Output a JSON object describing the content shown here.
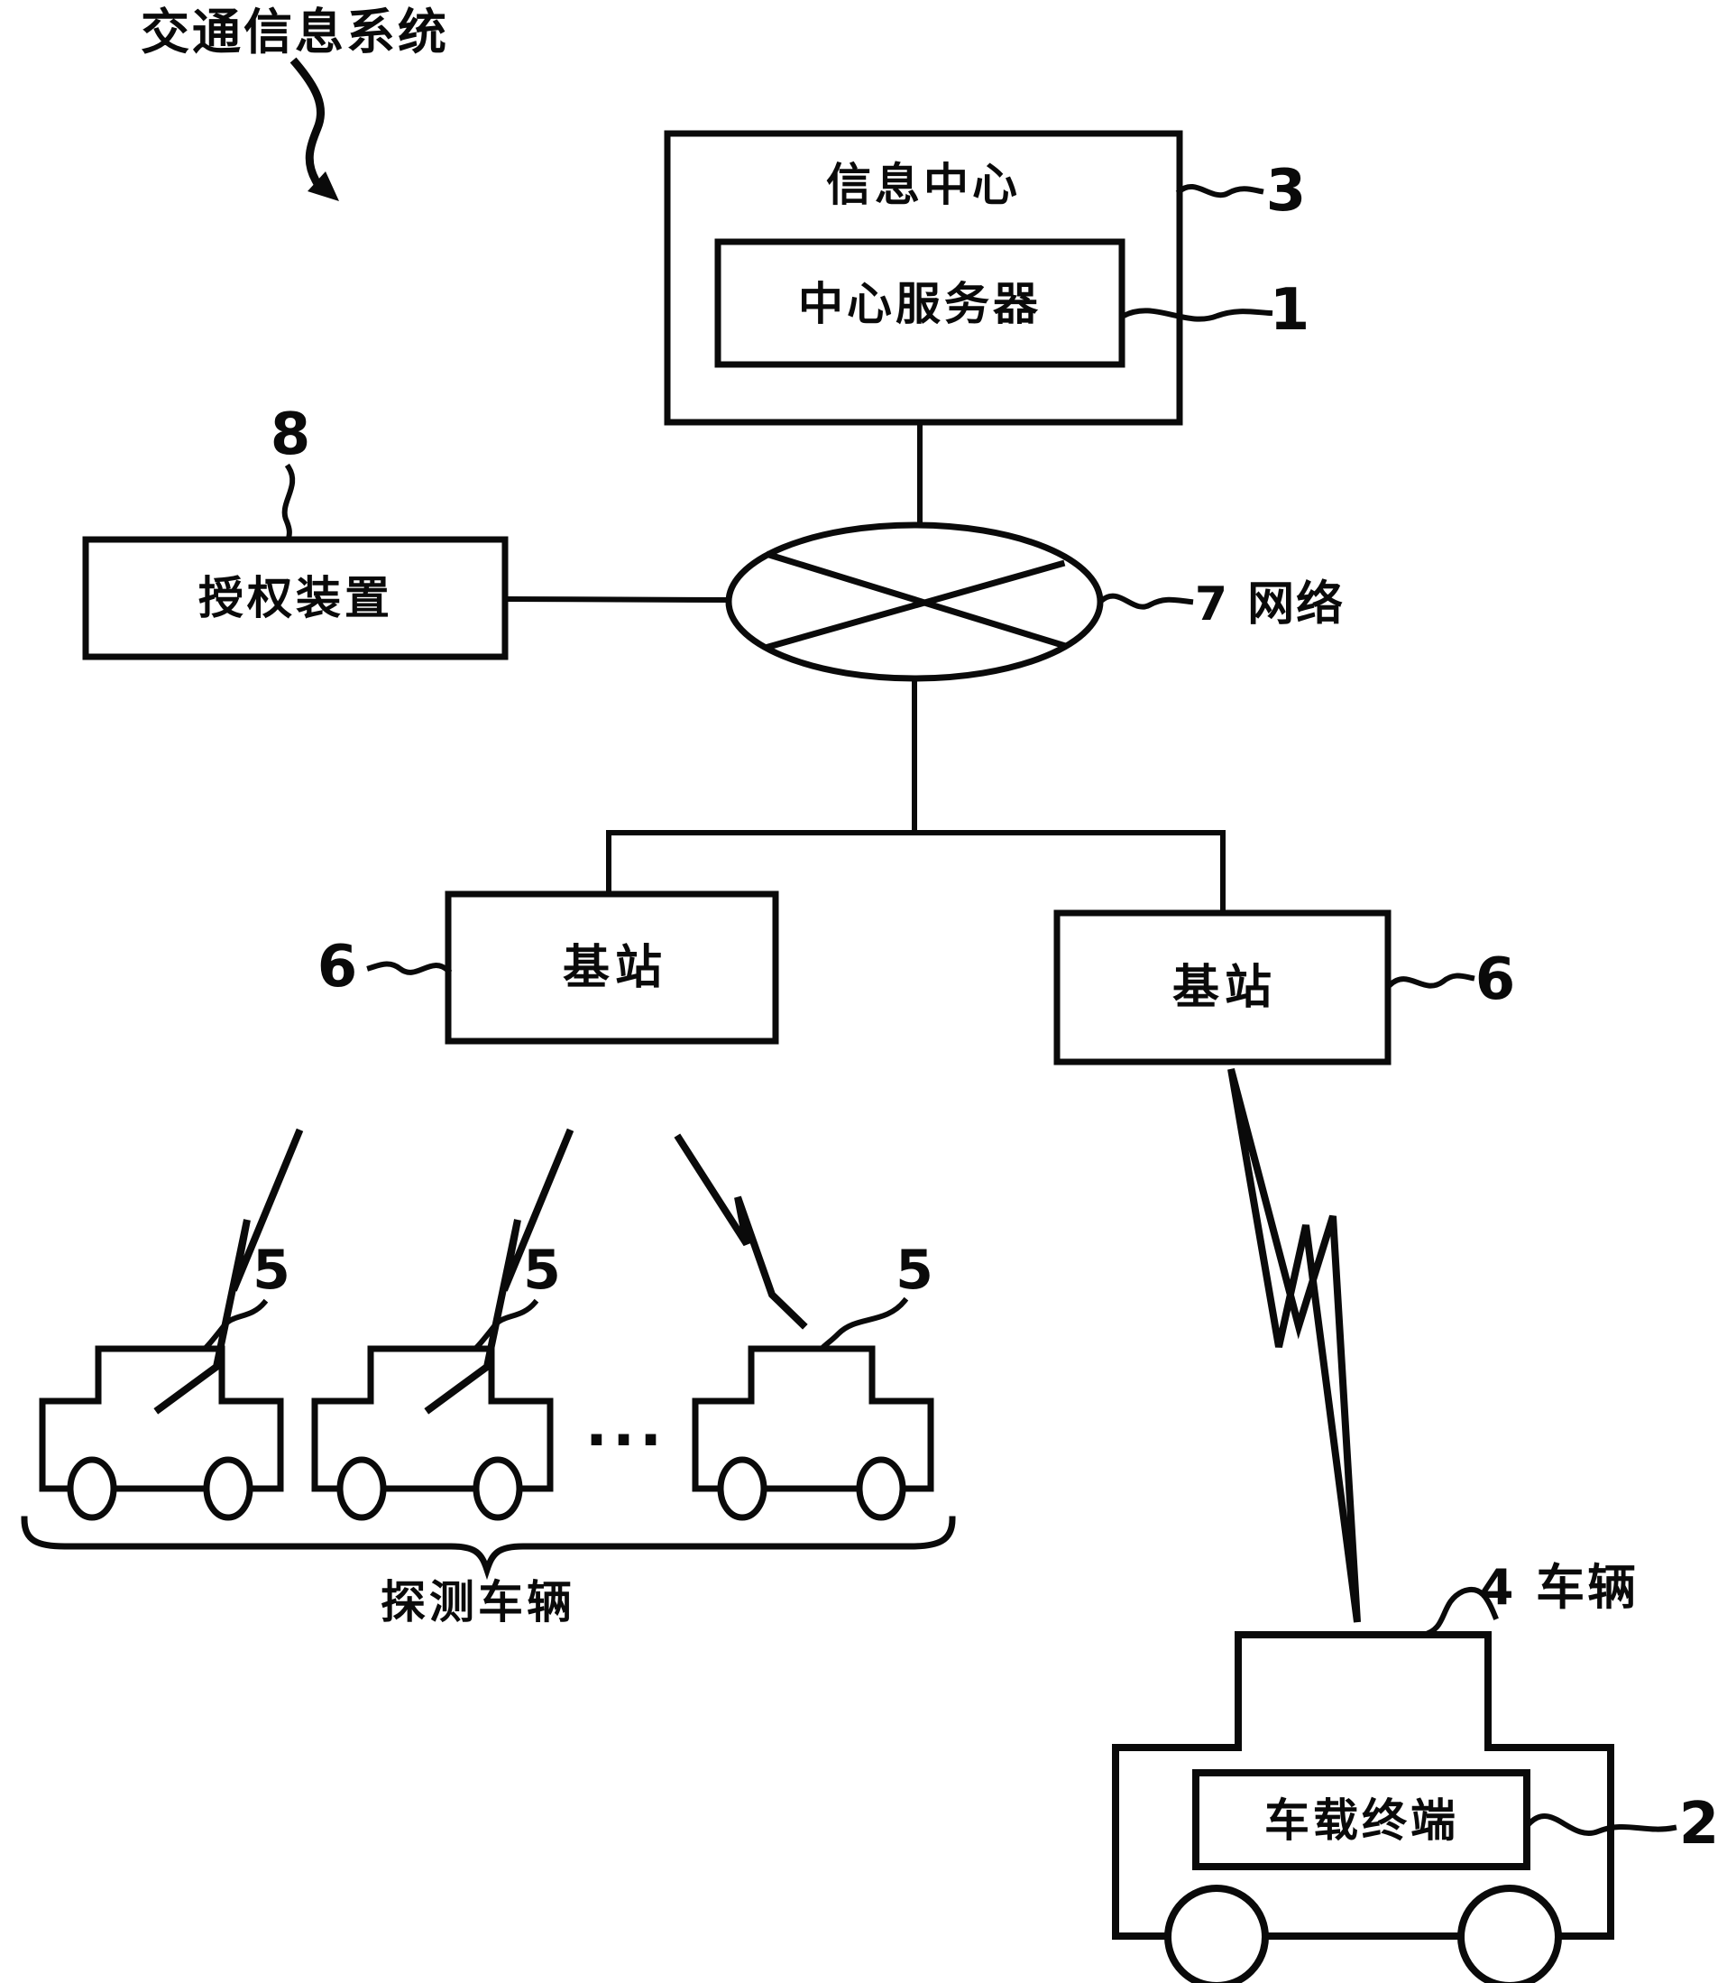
{
  "figure": {
    "title": "交通信息系统"
  },
  "info_center": {
    "label": "信息中心",
    "ref": "3"
  },
  "center_server": {
    "label": "中心服务器",
    "ref": "1"
  },
  "network": {
    "label": "7 网络"
  },
  "auth_device": {
    "label": "授权装置",
    "ref": "8"
  },
  "base_station_left": {
    "label": "基站",
    "ref": "6"
  },
  "base_station_right": {
    "label": "基站",
    "ref": "6"
  },
  "probe": {
    "refs": [
      "5",
      "5",
      "5"
    ],
    "ellipsis": "...",
    "group_label": "探测车辆"
  },
  "vehicle": {
    "label": "4 车辆",
    "terminal_label": "车载终端",
    "terminal_ref": "2"
  },
  "colors": {
    "ink": "#0a0a0a",
    "paper": "#ffffff"
  }
}
